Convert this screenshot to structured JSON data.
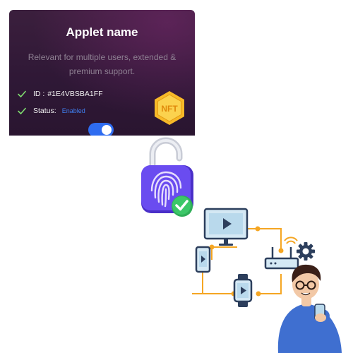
{
  "applet": {
    "title": "Applet name",
    "description": "Relevant for multiple users, extended & premium support.",
    "id_label": "ID :",
    "id_value": "#1E4VBSBA1FF",
    "status_label": "Status:",
    "status_value": "Enabled",
    "badge_text": "NFT",
    "toggle_state": "on"
  },
  "icons": {
    "check": "check-icon",
    "lock": "fingerprint-lock-icon",
    "monitor": "monitor-play-icon",
    "phone": "phone-play-icon",
    "watch": "smartwatch-play-icon",
    "router": "wifi-router-icon",
    "gear": "gear-icon",
    "person": "person-with-phone-illustration"
  },
  "colors": {
    "card_bg": "#2f1836",
    "toggle": "#2e6cf0",
    "status": "#3f7ff0",
    "check": "#7fdc6f",
    "badge": "#f7b928",
    "lock_body": "#5b3fe0",
    "connector": "#f5a623",
    "device_stroke": "#2c3e5c",
    "device_fill": "#b9d9ec"
  }
}
